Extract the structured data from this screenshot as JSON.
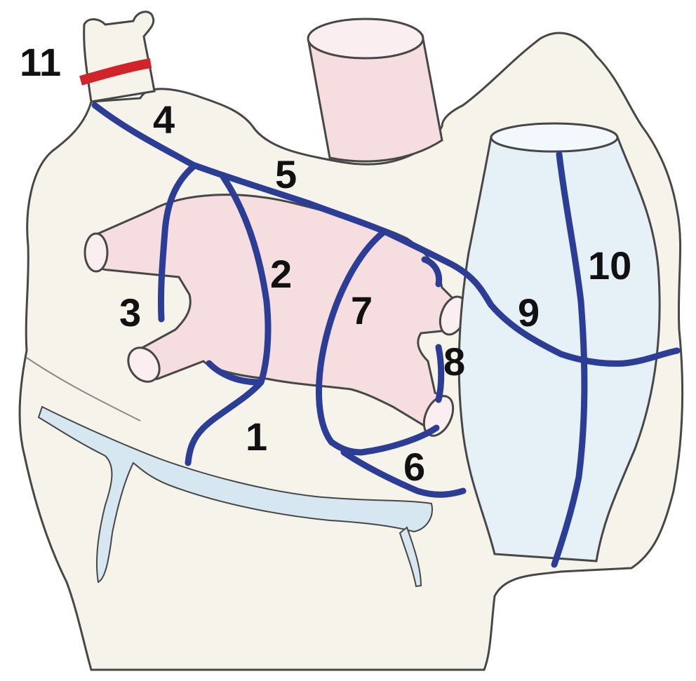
{
  "diagram": {
    "labels": [
      "1",
      "2",
      "3",
      "4",
      "5",
      "6",
      "7",
      "8",
      "9",
      "10",
      "11"
    ]
  },
  "colors": {
    "heart": "#f6f4ea",
    "heart_outline": "#474747",
    "pink_vessel": "#f5dde0",
    "pink_vessel_shade": "#e9c4c9",
    "vena_cava": "#e6f0f7",
    "coronary_vessel": "#d6e7f1",
    "ablation_line": "#2c3d96",
    "ligation_line": "#d0232a"
  }
}
